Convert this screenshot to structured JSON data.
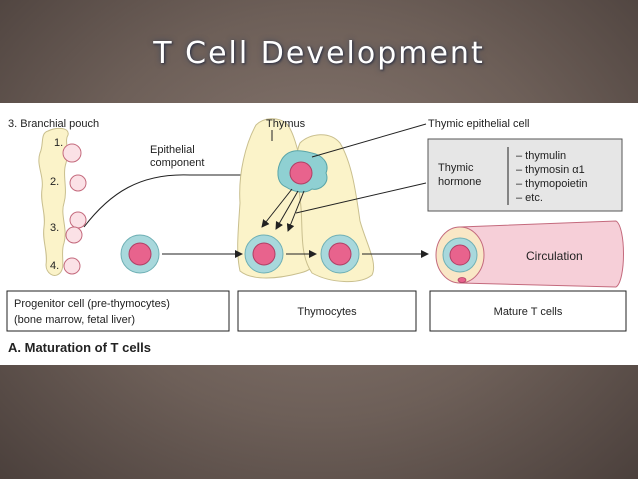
{
  "slide": {
    "title": "T Cell Development"
  },
  "diagram": {
    "branchial_label": "3. Branchial pouch",
    "pouch_numbers": [
      "1.",
      "2.",
      "3.",
      "4."
    ],
    "epithelial_label": [
      "Epithelial",
      "component"
    ],
    "thymus_label": "Thymus",
    "thymic_epithelial_label": "Thymic epithelial cell",
    "hormone_label": [
      "Thymic",
      "hormone"
    ],
    "hormones": [
      "– thymulin",
      "– thymosin α1",
      "– thymopoietin",
      "– etc."
    ],
    "circulation_label": "Circulation",
    "progenitor_box": [
      "Progenitor cell (pre-thymocytes)",
      "(bone marrow, fetal liver)"
    ],
    "thymocytes_box": "Thymocytes",
    "mature_box": "Mature T cells",
    "caption": "A. Maturation of T cells"
  },
  "colors": {
    "cell_pink": "#e8638d",
    "cell_ring": "#a8d8dc",
    "thymus_fill": "#fbf3c9",
    "hormone_box": "#e6e6e6",
    "vessel_pink": "#f6cfd8"
  }
}
